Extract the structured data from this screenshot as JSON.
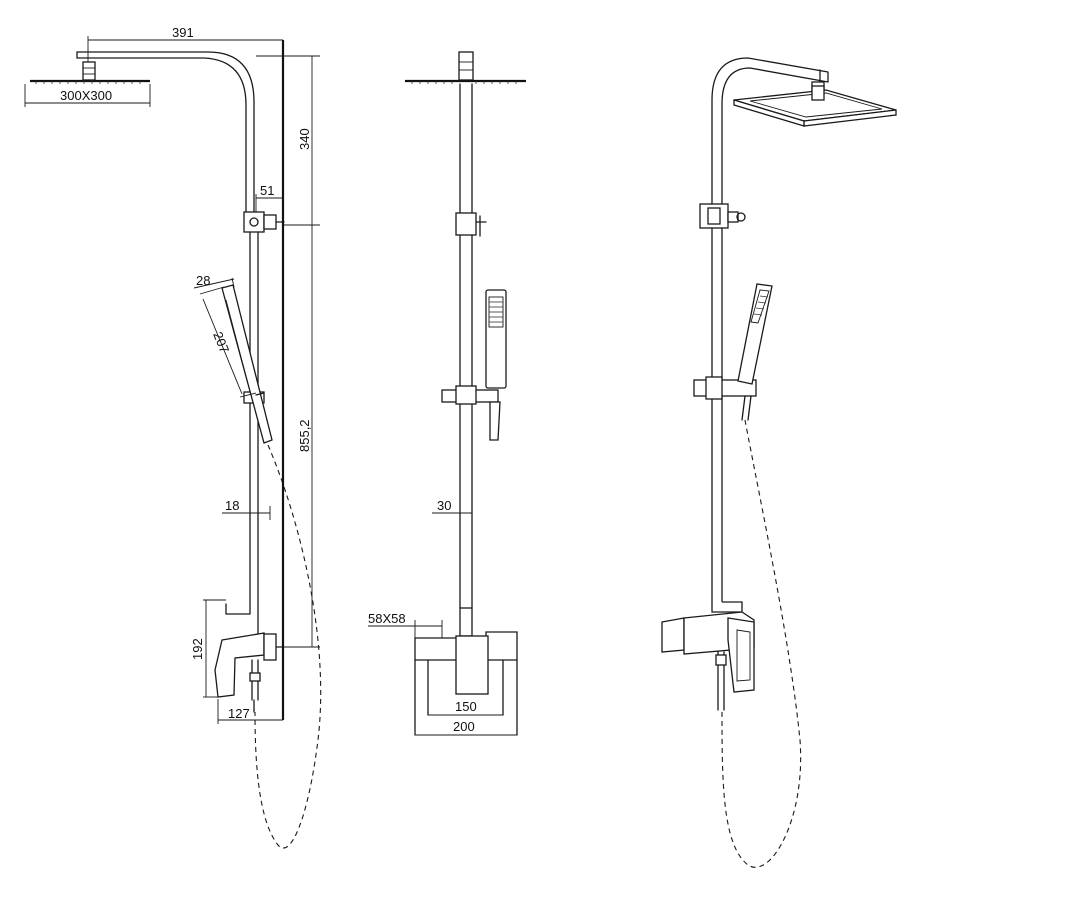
{
  "dimensions": {
    "arm_reach": "391",
    "head_size": "300X300",
    "upper_height": "340",
    "bracket_offset": "51",
    "hand_width": "28",
    "hand_length": "207",
    "column_height": "855,2",
    "pipe_offset": "18",
    "pipe_diameter": "30",
    "mixer_height": "192",
    "mixer_depth": "127",
    "mixer_body": "58X58",
    "inlet_spacing": "150",
    "mixer_width": "200"
  },
  "colors": {
    "line": "#1a1a1a",
    "background": "#ffffff"
  }
}
